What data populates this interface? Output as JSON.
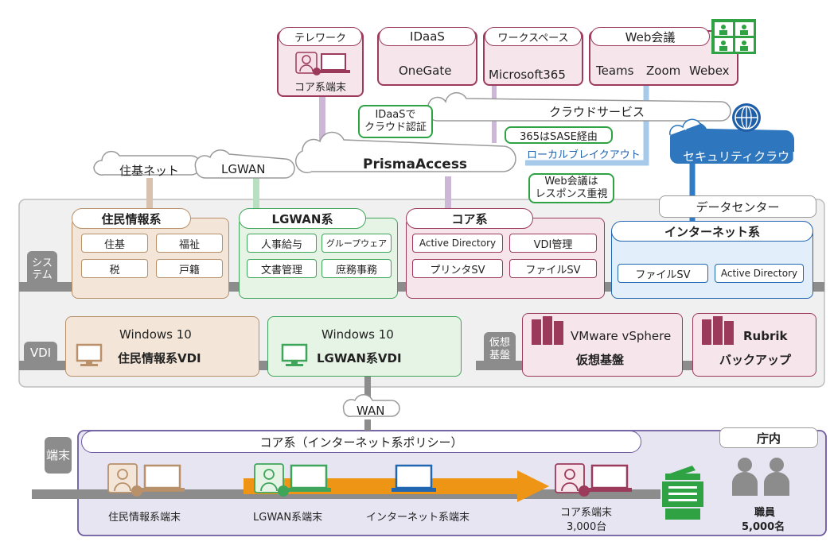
{
  "cloud_services": {
    "telework": {
      "title": "テレワーク",
      "device": "コア系端末"
    },
    "idaas": {
      "title": "IDaaS",
      "product": "OneGate"
    },
    "workspace": {
      "title": "ワークスペース",
      "product": "Microsoft365"
    },
    "web_meeting": {
      "title": "Web会議",
      "products": [
        "Teams",
        "Zoom",
        "Webex"
      ]
    }
  },
  "callouts": {
    "idaas_auth": "IDaaSで\nクラウド認証",
    "sase": "365はSASE経由",
    "local_breakout": "ローカルブレイクアウト",
    "web_meeting_note": "Web会議は\nレスポンス重視"
  },
  "clouds": {
    "cloud_service": "クラウドサービス",
    "prisma": "PrismaAccess",
    "security_cloud": "セキュリティクラウド",
    "juki_net": "住基ネット",
    "lgwan": "LGWAN",
    "wan": "WAN"
  },
  "datacenter": {
    "label": "データセンター",
    "row_system_label": "システム",
    "row_vdi_label": "VDI",
    "row_virtual_label": "仮想\n基盤",
    "resident": {
      "title": "住民情報系",
      "items": [
        "住基",
        "福祉",
        "税",
        "戸籍"
      ]
    },
    "lgwan": {
      "title": "LGWAN系",
      "items": [
        "人事給与",
        "グループウェア",
        "文書管理",
        "庶務事務"
      ]
    },
    "core": {
      "title": "コア系",
      "items": [
        "Active Directory",
        "VDI管理",
        "プリンタSV",
        "ファイルSV"
      ]
    },
    "internet": {
      "title": "インターネット系",
      "items": [
        "ファイルSV",
        "Active Directory"
      ]
    },
    "vdi_resident": {
      "os": "Windows 10",
      "name": "住民情報系VDI"
    },
    "vdi_lgwan": {
      "os": "Windows 10",
      "name": "LGWAN系VDI"
    },
    "vmware": {
      "product": "VMware vSphere",
      "label": "仮想基盤"
    },
    "rubrik": {
      "product": "Rubrik",
      "label": "バックアップ"
    }
  },
  "office": {
    "label": "庁内",
    "policy_bar": "コア系（インターネット系ポリシー）",
    "row_label": "端末",
    "terminals": [
      "住民情報系端末",
      "LGWAN系端末",
      "インターネット系端末"
    ],
    "core_terminal": {
      "name": "コア系端末",
      "count": "3,000台"
    },
    "staff": {
      "name": "職員",
      "count": "5,000名"
    }
  },
  "colors": {
    "resident": "#b8906a",
    "resident_bg": "#f3e6d8",
    "lgwan": "#3fa55a",
    "lgwan_bg": "#e6f4e6",
    "core": "#9c3a5c",
    "core_bg": "#f6e6ec",
    "internet": "#2166b0",
    "internet_bg": "#e2eef9",
    "arrow": "#ef9516",
    "gray": "#8c8c8c"
  }
}
